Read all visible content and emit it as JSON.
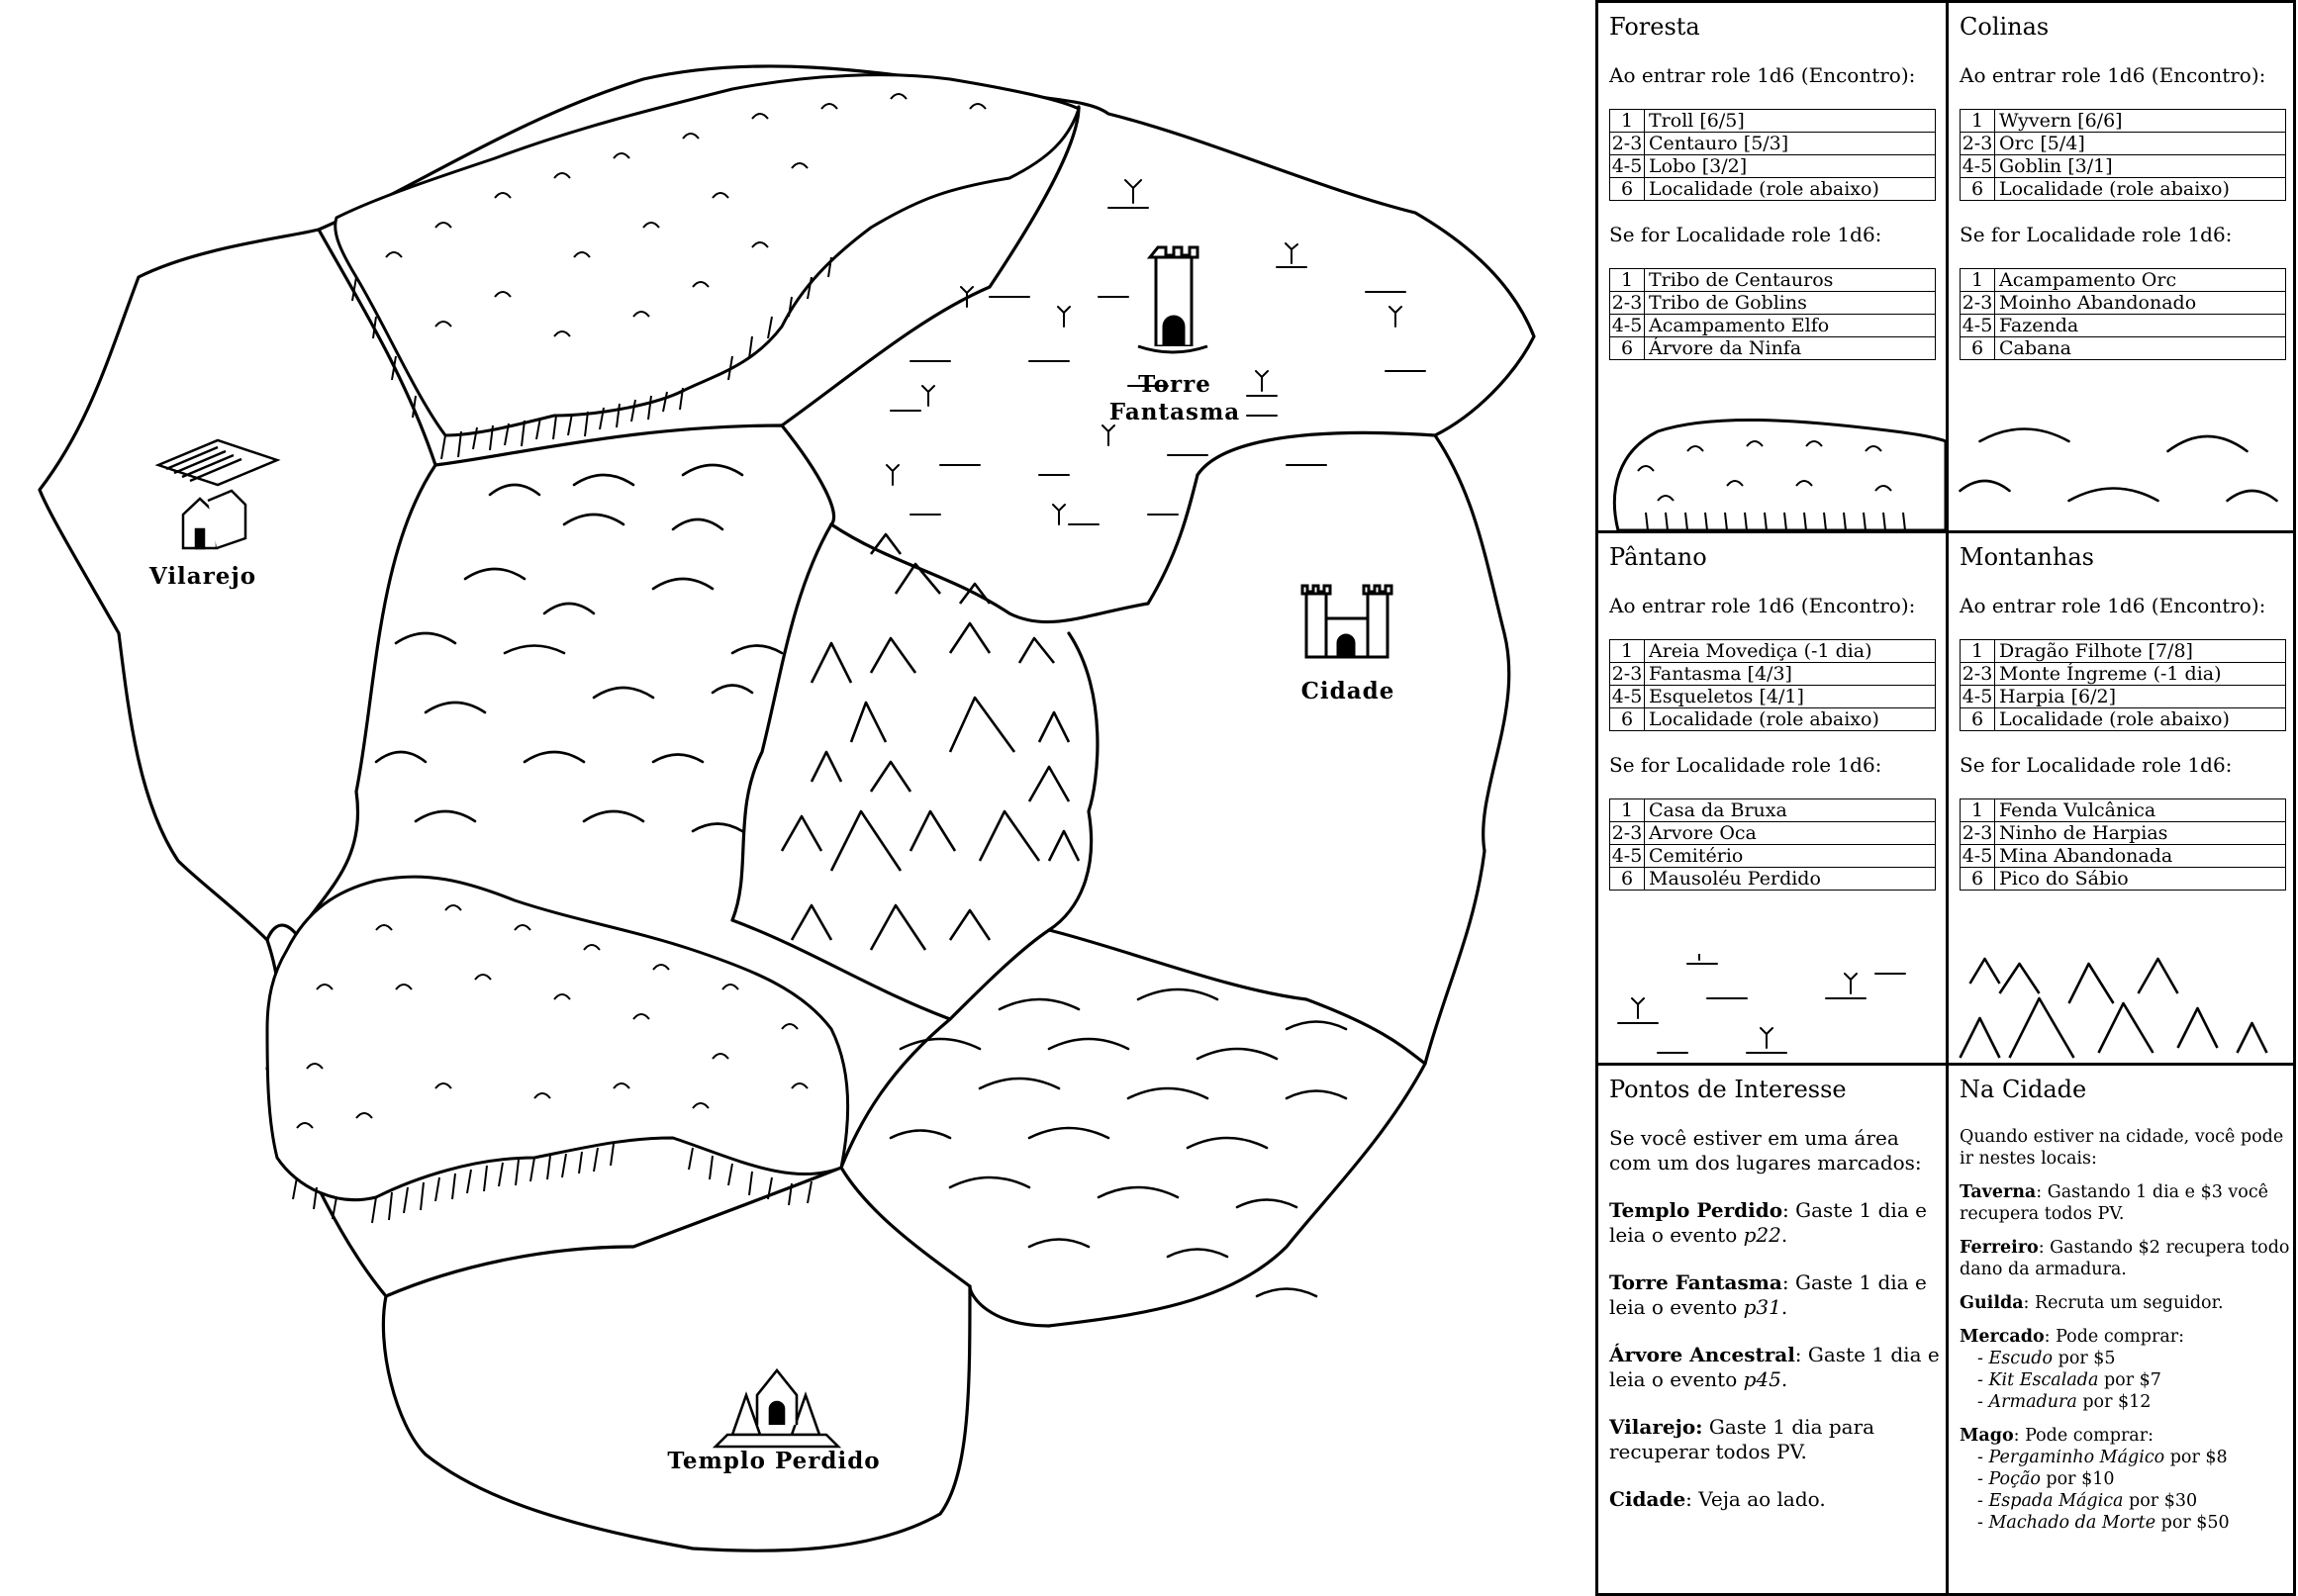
{
  "map": {
    "labels": {
      "tower": [
        "Torre",
        "Fantasma"
      ],
      "village": "Vilarejo",
      "city": "Cidade",
      "temple": "Templo Perdido"
    }
  },
  "panels": {
    "forest": {
      "title": "Foresta",
      "enter": "Ao entrar role 1d6 (Encontro):",
      "encounters": [
        {
          "roll": "1",
          "text": "Troll [6/5]"
        },
        {
          "roll": "2-3",
          "text": "Centauro [5/3]"
        },
        {
          "roll": "4-5",
          "text": "Lobo [3/2]"
        },
        {
          "roll": "6",
          "text": "Localidade (role abaixo)"
        }
      ],
      "locality_prompt": "Se for Localidade role 1d6:",
      "localities": [
        {
          "roll": "1",
          "text": "Tribo de Centauros"
        },
        {
          "roll": "2-3",
          "text": "Tribo de Goblins"
        },
        {
          "roll": "4-5",
          "text": "Acampamento Elfo"
        },
        {
          "roll": "6",
          "text": "Árvore da Ninfa"
        }
      ]
    },
    "hills": {
      "title": "Colinas",
      "enter": "Ao entrar role 1d6 (Encontro):",
      "encounters": [
        {
          "roll": "1",
          "text": "Wyvern [6/6]"
        },
        {
          "roll": "2-3",
          "text": "Orc [5/4]"
        },
        {
          "roll": "4-5",
          "text": "Goblin [3/1]"
        },
        {
          "roll": "6",
          "text": "Localidade (role abaixo)"
        }
      ],
      "locality_prompt": "Se for Localidade role 1d6:",
      "localities": [
        {
          "roll": "1",
          "text": "Acampamento Orc"
        },
        {
          "roll": "2-3",
          "text": "Moinho Abandonado"
        },
        {
          "roll": "4-5",
          "text": "Fazenda"
        },
        {
          "roll": "6",
          "text": "Cabana"
        }
      ]
    },
    "swamp": {
      "title": "Pântano",
      "enter": "Ao entrar role 1d6 (Encontro):",
      "encounters": [
        {
          "roll": "1",
          "text": "Areia Movediça (-1 dia)"
        },
        {
          "roll": "2-3",
          "text": "Fantasma [4/3]"
        },
        {
          "roll": "4-5",
          "text": "Esqueletos [4/1]"
        },
        {
          "roll": "6",
          "text": "Localidade (role abaixo)"
        }
      ],
      "locality_prompt": "Se for Localidade role 1d6:",
      "localities": [
        {
          "roll": "1",
          "text": "Casa da Bruxa"
        },
        {
          "roll": "2-3",
          "text": "Arvore Oca"
        },
        {
          "roll": "4-5",
          "text": "Cemitério"
        },
        {
          "roll": "6",
          "text": "Mausoléu Perdido"
        }
      ]
    },
    "mountains": {
      "title": "Montanhas",
      "enter": "Ao entrar role 1d6 (Encontro):",
      "encounters": [
        {
          "roll": "1",
          "text": "Dragão Filhote [7/8]"
        },
        {
          "roll": "2-3",
          "text": "Monte Íngreme (-1 dia)"
        },
        {
          "roll": "4-5",
          "text": "Harpia [6/2]"
        },
        {
          "roll": "6",
          "text": "Localidade (role abaixo)"
        }
      ],
      "locality_prompt": "Se for Localidade role 1d6:",
      "localities": [
        {
          "roll": "1",
          "text": "Fenda Vulcânica"
        },
        {
          "roll": "2-3",
          "text": "Ninho de Harpias"
        },
        {
          "roll": "4-5",
          "text": "Mina Abandonada"
        },
        {
          "roll": "6",
          "text": "Pico do Sábio"
        }
      ]
    },
    "poi": {
      "title": "Pontos de Interesse",
      "intro": "Se você estiver em uma área com um dos lugares marcados:",
      "items": [
        {
          "name": "Templo Perdido",
          "sep": ":",
          "text": " Gaste 1 dia e leia o evento ",
          "ref": "p22",
          "end": "."
        },
        {
          "name": "Torre Fantasma",
          "sep": ":",
          "text": " Gaste 1 dia e leia o evento ",
          "ref": "p31",
          "end": "."
        },
        {
          "name": "Árvore Ancestral",
          "sep": ":",
          "text": " Gaste 1 dia e leia o evento ",
          "ref": "p45",
          "end": "."
        },
        {
          "name": "Vilarejo:",
          "sep": "",
          "text": " Gaste 1 dia para recuperar todos PV.",
          "ref": "",
          "end": ""
        },
        {
          "name": "Cidade",
          "sep": ":",
          "text": " Veja ao lado.",
          "ref": "",
          "end": ""
        }
      ]
    },
    "city": {
      "title": "Na Cidade",
      "intro": "Quando estiver na cidade, você pode ir nestes locais:",
      "tavern": {
        "name": "Taverna",
        "text": ": Gastando 1 dia e $3 você recupera todos PV."
      },
      "smith": {
        "name": "Ferreiro",
        "text": ": Gastando $2 recupera todo dano da armadura."
      },
      "guild": {
        "name": "Guilda",
        "text": ": Recruta um seguidor."
      },
      "market": {
        "name": "Mercado",
        "text": ": Pode comprar:",
        "items": [
          {
            "item": "Escudo",
            "price": " por $5"
          },
          {
            "item": "Kit Escalada",
            "price": " por $7"
          },
          {
            "item": "Armadura",
            "price": " por $12"
          }
        ]
      },
      "mage": {
        "name": "Mago",
        "text": ": Pode comprar:",
        "items": [
          {
            "item": "Pergaminho Mágico",
            "price": " por $8"
          },
          {
            "item": "Poção",
            "price": " por $10"
          },
          {
            "item": "Espada Mágica",
            "price": " por $30"
          },
          {
            "item": "Machado da Morte",
            "price": " por $50"
          }
        ]
      }
    }
  }
}
